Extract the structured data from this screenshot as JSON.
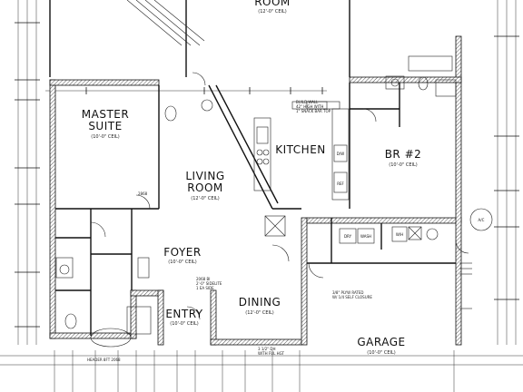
{
  "rooms": {
    "room_top": {
      "name": "ROOM",
      "ceiling": "(12'-0\" CEIL)"
    },
    "master_suite": {
      "name_line1": "MASTER",
      "name_line2": "SUITE",
      "ceiling": "(10'-0\" CEIL)"
    },
    "living_room": {
      "name_line1": "LIVING",
      "name_line2": "ROOM",
      "ceiling": "(12'-0\" CEIL)"
    },
    "kitchen": {
      "name": "KITCHEN"
    },
    "br2": {
      "name": "BR #2",
      "ceiling": "(10'-0\" CEIL)"
    },
    "foyer": {
      "name": "FOYER",
      "ceiling": "(10'-0\" CEIL)"
    },
    "entry": {
      "name": "ENTRY",
      "ceiling": "(10'-0\" CEIL)"
    },
    "dining": {
      "name": "DINING",
      "ceiling": "(12'-0\" CEIL)"
    },
    "garage": {
      "name": "GARAGE",
      "ceiling": "(10'-0\" CEIL)"
    }
  },
  "notes": {
    "kitchen_wall": [
      "BUILD WALL",
      "42\" HIGH WITH",
      "1\" SNACK BAR TOP"
    ],
    "foyer_note": [
      "2068 BI",
      "2'-0\" SIDELITE",
      "1 EA SIDE"
    ],
    "garage_note": [
      "3/8\" PLYW RATED",
      "W/ 1/4 SELF CLOSURE"
    ],
    "entry_bottom": [
      "HEADER 8FT 2068"
    ],
    "dining_bottom": [
      "3 1/2\" DH",
      "WITH FUL HGT"
    ],
    "living_door": "2868",
    "appliances": {
      "dryer": "DRY",
      "washer": "WASH",
      "water_heater": "W/H",
      "ac": "A/C",
      "ref": "REF",
      "dw": "D/W"
    }
  }
}
